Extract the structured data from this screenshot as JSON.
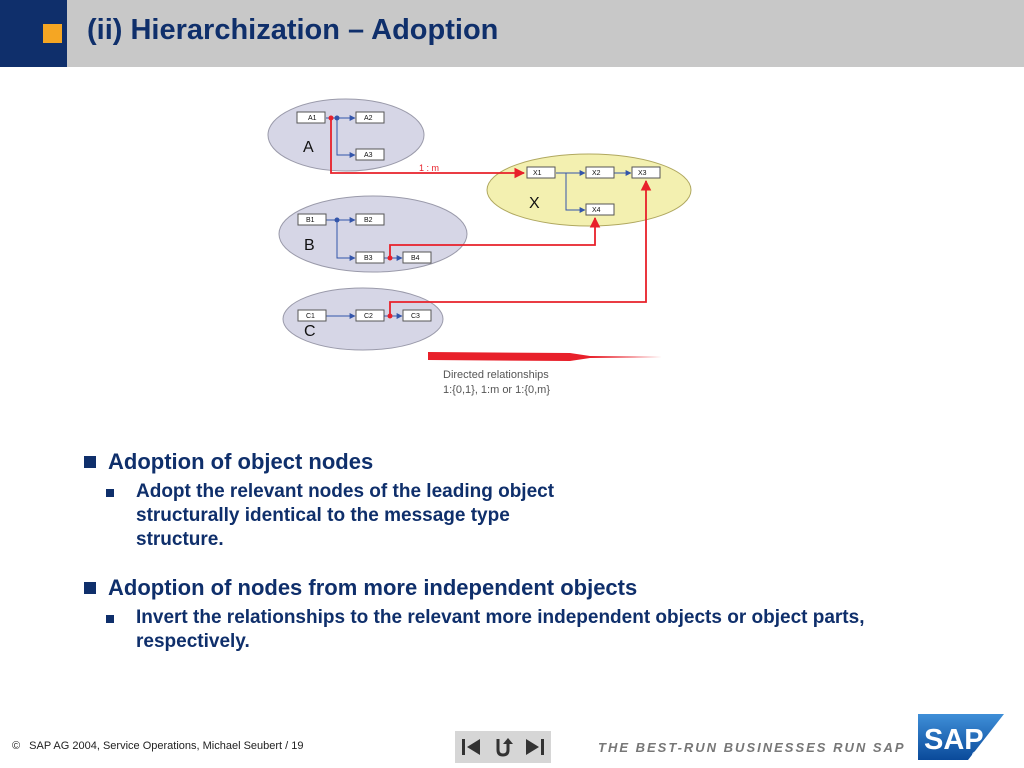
{
  "slide": {
    "title": "(ii) Hierarchization – Adoption"
  },
  "diagram": {
    "groups": [
      {
        "label": "A",
        "nodes": [
          "A1",
          "A2",
          "A3"
        ]
      },
      {
        "label": "B",
        "nodes": [
          "B1",
          "B2",
          "B3",
          "B4"
        ]
      },
      {
        "label": "C",
        "nodes": [
          "C1",
          "C2",
          "C3"
        ]
      },
      {
        "label": "X",
        "nodes": [
          "X1",
          "X2",
          "X3",
          "X4"
        ]
      }
    ],
    "relation_label": "1 : m",
    "legend_line1": "Directed relationships",
    "legend_line2": "1:{0,1}, 1:m  or  1:{0,m}",
    "colors": {
      "relation": "#e8202a",
      "group_fill": "#d6d6e6",
      "x_fill": "#f3f0b0",
      "node_stroke": "#3355aa"
    }
  },
  "bullets": [
    {
      "text": "Adoption of object nodes",
      "sub": [
        "Adopt the relevant nodes of the leading object structurally identical to the message type structure."
      ]
    },
    {
      "text": "Adoption of nodes from more independent objects",
      "sub": [
        "Invert the relationships to the relevant more independent objects or object parts, respectively."
      ]
    }
  ],
  "footer": {
    "copyright_symbol": "©",
    "text": "SAP AG 2004, Service Operations, Michael Seubert / 19",
    "tagline": "THE BEST-RUN BUSINESSES RUN SAP",
    "logo_text": "SAP",
    "logo_mark": "®"
  },
  "nav": {
    "icons": [
      "previous-icon",
      "return-icon",
      "next-icon"
    ]
  }
}
